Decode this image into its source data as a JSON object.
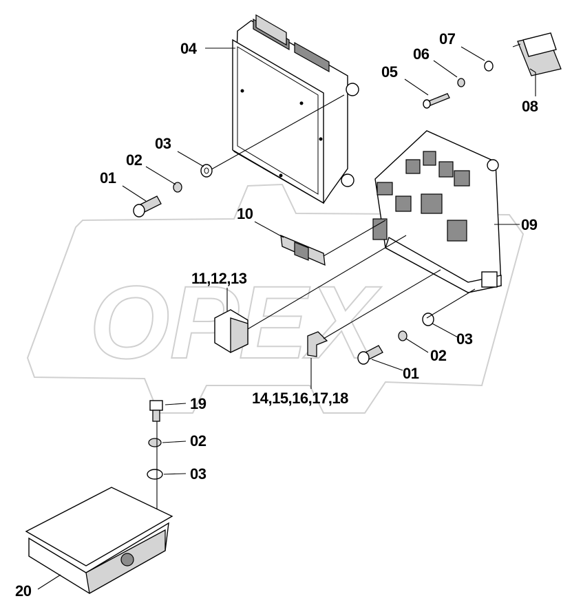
{
  "watermark_text": "OPEX",
  "callouts": {
    "c01a": "01",
    "c02a": "02",
    "c03a": "03",
    "c04": "04",
    "c05": "05",
    "c06": "06",
    "c07": "07",
    "c08": "08",
    "c09": "09",
    "c10": "10",
    "c111213": "11,12,13",
    "c1418": "14,15,16,17,18",
    "c01b": "01",
    "c02b": "02",
    "c03b": "03",
    "c19": "19",
    "c02c": "02",
    "c03c": "03",
    "c20": "20"
  }
}
